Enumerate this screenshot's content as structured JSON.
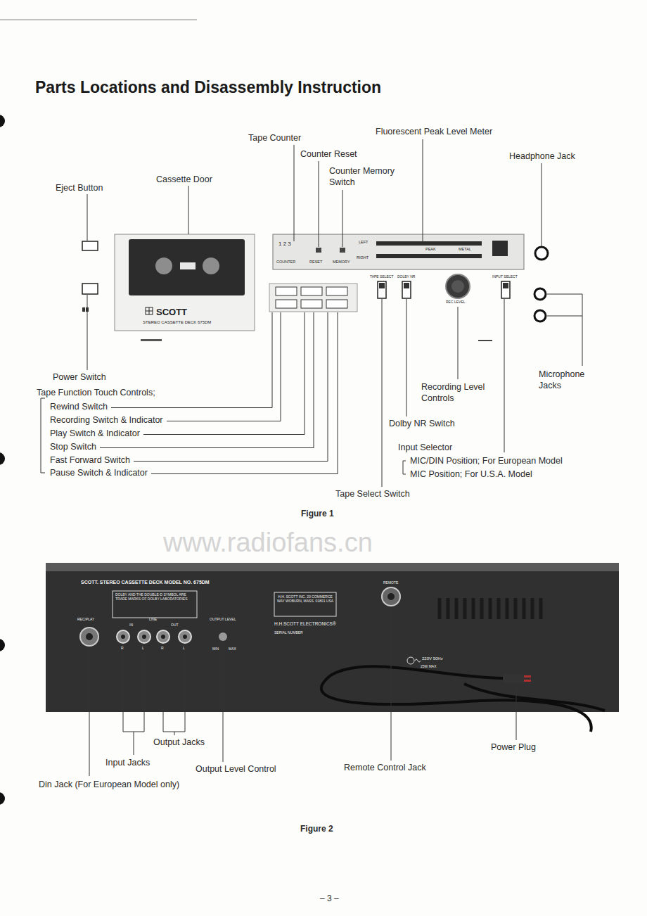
{
  "diagram": {
    "title": "Parts Locations and Disassembly Instruction",
    "labels": [
      "Tape Counter",
      "Fluorescent Peak Level Meter",
      "Headphone Jack",
      "Counter Reset",
      "Counter Memory Switch",
      "Eject Button",
      "Cassette Door",
      "Power Switch",
      "Tape Function Touch Controls;",
      "Rewind Switch",
      "Recording Switch & Indicator",
      "Play Switch & Indicator",
      "Stop Switch",
      "Fast Forward Switch",
      "Pause Switch & Indicator",
      "Recording Level Controls",
      "Microphone Jacks",
      "Dolby NR Switch",
      "Input Selector",
      "MIC/DIN Position; For European Model",
      "MIC Position; For U.S.A. Model",
      "Tape Select Switch",
      "Figure 1",
      "www.radiofans.cn",
      "Output Jacks",
      "Input Jacks",
      "Output Level Control",
      "Remote Control Jack",
      "Power Plug",
      "Din Jack (For European Model only)",
      "Figure 2",
      "– 3 –",
      "SCOTT",
      "STEREO CASSETTE DECK 675DM",
      "COUNTER",
      "RESET",
      "MEMORY",
      "LEFT",
      "RIGHT",
      "PEAK",
      "METAL",
      "TAPE SELECT",
      "DOLBY NR",
      "REC LEVEL",
      "INPUT SELECT",
      "SCOTT. STEREO CASSETTE DECK MODEL NO. 675DM",
      "DOLBY AND THE DOUBLE-D SYMBOL ARE TRADE MARKS OF DOLBY LABORATORIES",
      "H.H. SCOTT INC. 20 COMMERCE WAY WOBURN, MASS. 01801 USA",
      "H.H.SCOTT ELECTRONICS®",
      "SERIAL NUMBER",
      "REMOTE",
      "REC/PLAY",
      "LINE",
      "IN",
      "OUT",
      "R",
      "L",
      "R",
      "L",
      "OUTPUT LEVEL",
      "MIN",
      "MAX",
      "220V 50Hz",
      "25W MAX",
      "1 2 3"
    ]
  }
}
